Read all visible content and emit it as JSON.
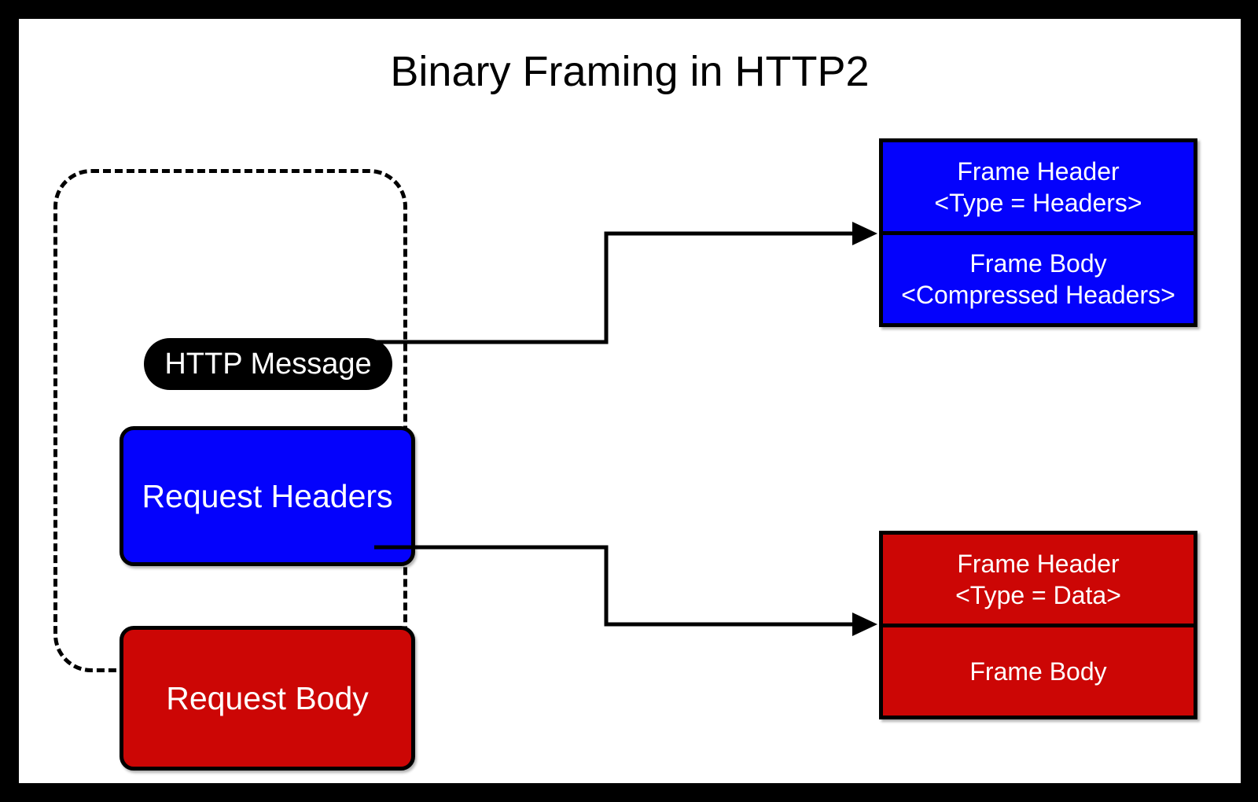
{
  "title": "Binary Framing in HTTP2",
  "colors": {
    "blue": "#0402fc",
    "red": "#cc0605",
    "black": "#000000",
    "white": "#ffffff"
  },
  "http_message_group": {
    "label": "HTTP Message",
    "request_headers_label": "Request Headers",
    "request_body_label": "Request Body"
  },
  "headers_frame": {
    "header_line1": "Frame Header",
    "header_line2": "<Type = Headers>",
    "body_line1": "Frame Body",
    "body_line2": "<Compressed Headers>"
  },
  "data_frame": {
    "header_line1": "Frame Header",
    "header_line2": "<Type = Data>",
    "body_line1": "Frame Body"
  }
}
